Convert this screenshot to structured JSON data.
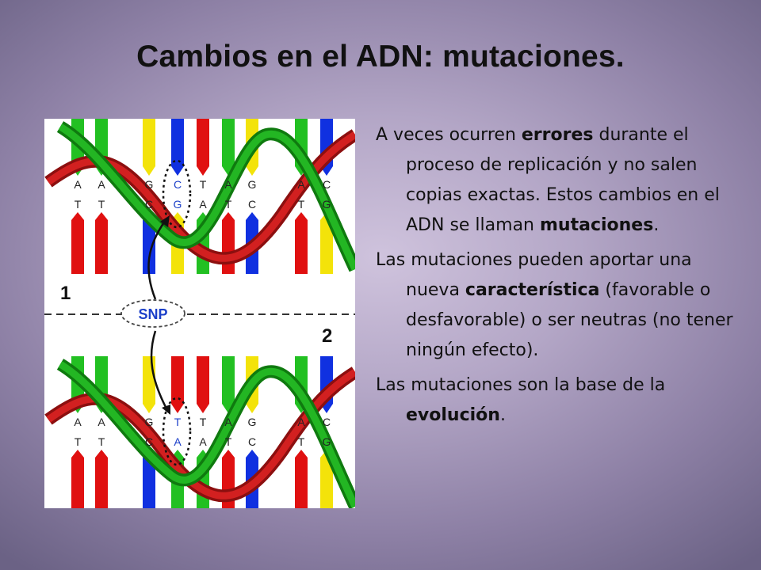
{
  "slide": {
    "title": "Cambios en el ADN: mutaciones.",
    "paragraphs": [
      {
        "pre": "A veces ocurren ",
        "em": "errores",
        "post": " durante el proceso de replicación y no salen copias exactas. Estos cambios en el ADN se llaman ",
        "em2": "mutaciones",
        "post2": "."
      },
      {
        "pre": "Las mutaciones pueden aportar una nueva ",
        "em": "característica",
        "post": " (favorable o desfavorable) o ser neutras (no tener ningún efecto).",
        "em2": "",
        "post2": ""
      },
      {
        "pre": "Las mutaciones son la base de la ",
        "em": "evolución",
        "post": ".",
        "em2": "",
        "post2": ""
      }
    ]
  },
  "figure": {
    "snp_label": "SNP",
    "panel_top_number": "1",
    "panel_bottom_number": "2",
    "colors": {
      "adenine": "#22c022",
      "thymine": "#e01010",
      "guanine": "#f3e30a",
      "cytosine": "#1030e0",
      "strand_red": "#cc1a1a",
      "strand_green": "#1fa51f"
    },
    "top_panel": {
      "top_letters": [
        "A",
        "A",
        "G",
        "C",
        "T",
        "A",
        "G",
        "A",
        "C"
      ],
      "bottom_letters": [
        "T",
        "T",
        "C",
        "G",
        "A",
        "T",
        "C",
        "T",
        "G"
      ]
    },
    "bottom_panel": {
      "top_letters": [
        "A",
        "A",
        "G",
        "T",
        "T",
        "A",
        "G",
        "A",
        "C"
      ],
      "bottom_letters": [
        "T",
        "T",
        "C",
        "A",
        "A",
        "T",
        "C",
        "T",
        "G"
      ]
    }
  }
}
